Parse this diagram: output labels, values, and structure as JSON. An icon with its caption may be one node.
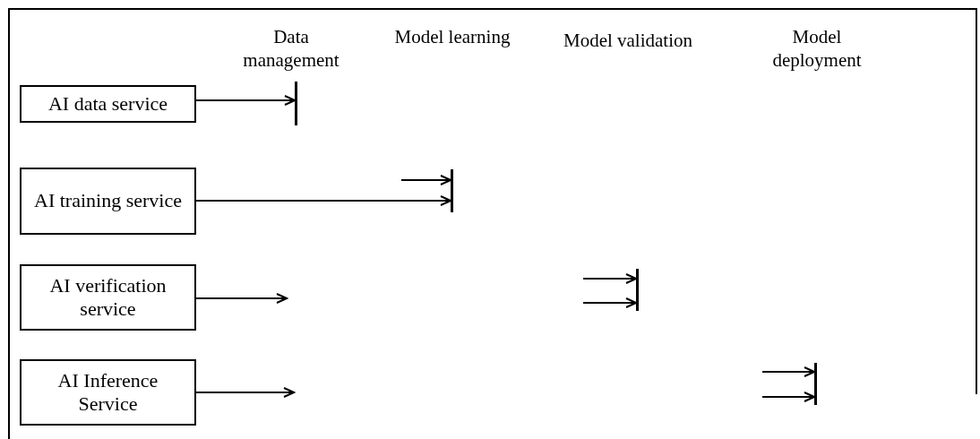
{
  "diagram": {
    "nodes": [
      {
        "text": [
          "AI data service"
        ]
      },
      {
        "text": [
          "AI training service"
        ]
      },
      {
        "text": [
          "AI verification service"
        ]
      },
      {
        "text": [
          "AI Inference Service"
        ]
      },
      {
        "text": [],
        "shape": "bar"
      },
      {
        "text": [],
        "shape": "bar"
      },
      {
        "text": [],
        "shape": "bar"
      },
      {
        "text": [],
        "shape": "bar"
      }
    ],
    "edges": [
      {
        "from": 0,
        "to": 4,
        "arrow": "to"
      },
      {
        "from": null,
        "to": 5,
        "arrow": "to"
      },
      {
        "from": 1,
        "to": 5,
        "arrow": "to"
      },
      {
        "from": 2,
        "to": null,
        "arrow": "to"
      },
      {
        "from": null,
        "to": 6,
        "arrow": "to"
      },
      {
        "from": null,
        "to": 6,
        "arrow": "to"
      },
      {
        "from": 3,
        "to": null,
        "arrow": "to"
      },
      {
        "from": null,
        "to": 7,
        "arrow": "to"
      },
      {
        "from": null,
        "to": 7,
        "arrow": "to"
      }
    ],
    "labels": [
      "Data management",
      "Model learning",
      "Model validation",
      "Model deployment"
    ]
  }
}
